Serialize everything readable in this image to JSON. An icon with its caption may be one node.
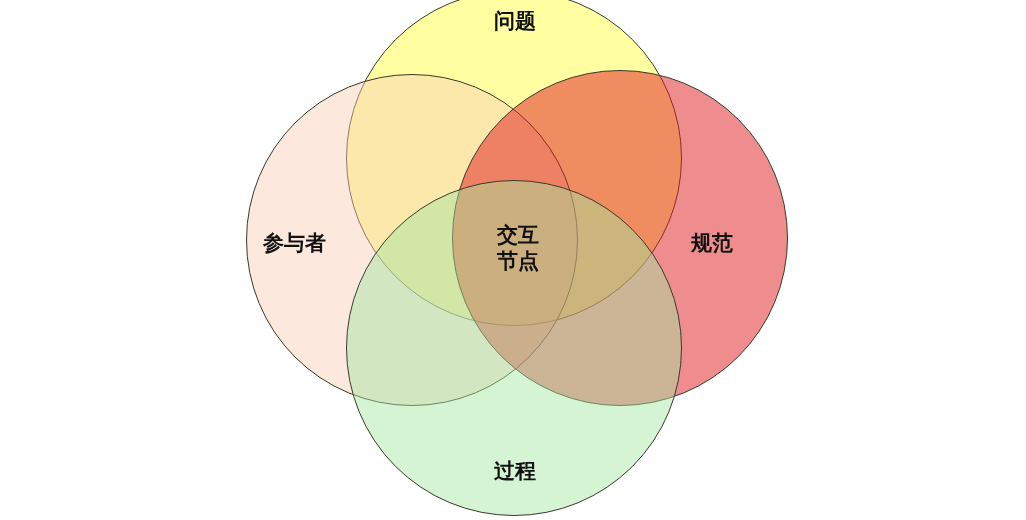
{
  "diagram": {
    "nodes": [
      {
        "text": [
          "问题"
        ]
      },
      {
        "text": [
          "参与者"
        ]
      },
      {
        "text": [
          "规范"
        ]
      },
      {
        "text": [
          "过程"
        ]
      }
    ],
    "labels": [
      "交互节点"
    ]
  }
}
